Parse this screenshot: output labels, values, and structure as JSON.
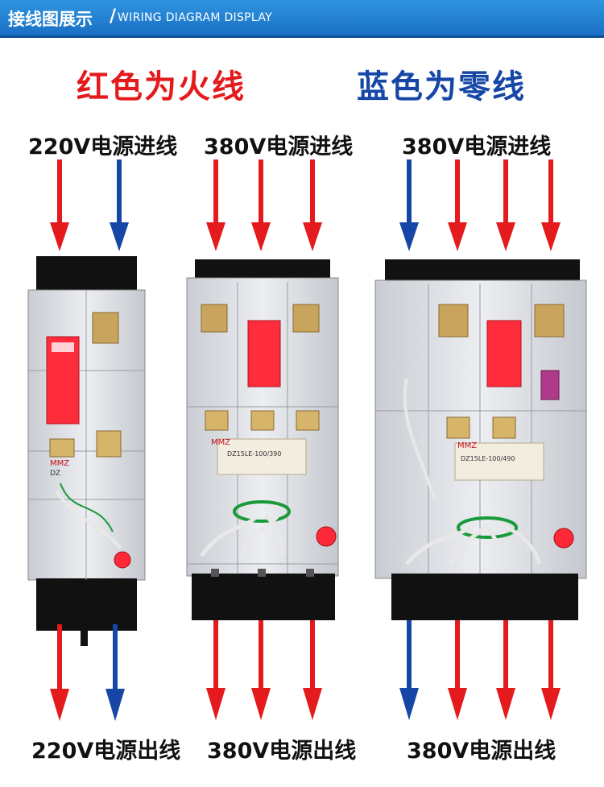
{
  "header": {
    "title_cn": "接线图展示",
    "slash": "/",
    "title_en": "WIRING DIAGRAM DISPLAY"
  },
  "legend": {
    "red": "红色为火线",
    "blue": "蓝色为零线"
  },
  "labels": {
    "in_220": "220V电源进线",
    "in_380a": "380V电源进线",
    "in_380b": "380V电源进线",
    "out_220": "220V电源出线",
    "out_380a": "380V电源出线",
    "out_380b": "380V电源出线"
  },
  "colors": {
    "live": "#e41a1c",
    "neutral": "#1747a6",
    "header": "#1f7ad0"
  },
  "devices": [
    {
      "brand": "MMZ",
      "model": "DZ"
    },
    {
      "brand": "MMZ",
      "model": "DZ15LE-100/390"
    },
    {
      "brand": "MMZ",
      "model": "DZ15LE-100/490"
    }
  ]
}
